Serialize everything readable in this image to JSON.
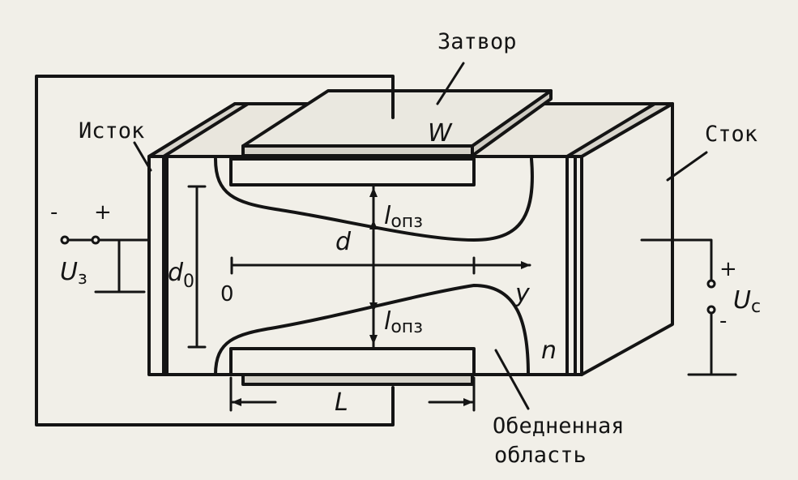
{
  "labels": {
    "gate": "Затвор",
    "source": "Исток",
    "drain": "Сток",
    "width": "W",
    "thickness": "d",
    "thickness0": "d",
    "thickness0_sub": "0",
    "depletion_len_top": "l",
    "depletion_len_top_sub": "опз",
    "depletion_len_bot": "l",
    "depletion_len_bot_sub": "опз",
    "origin": "0",
    "y_axis": "y",
    "n_type": "n",
    "length": "L",
    "depletion_region_line1": "Обедненная",
    "depletion_region_line2": "область",
    "gate_voltage": "U",
    "gate_voltage_sub": "з",
    "drain_voltage": "U",
    "drain_voltage_sub": "с",
    "gate_minus": "-",
    "gate_plus": "+",
    "drain_plus": "+",
    "drain_minus": "-"
  },
  "colors": {
    "ink": "#141414",
    "paper": "#f1efe8"
  }
}
